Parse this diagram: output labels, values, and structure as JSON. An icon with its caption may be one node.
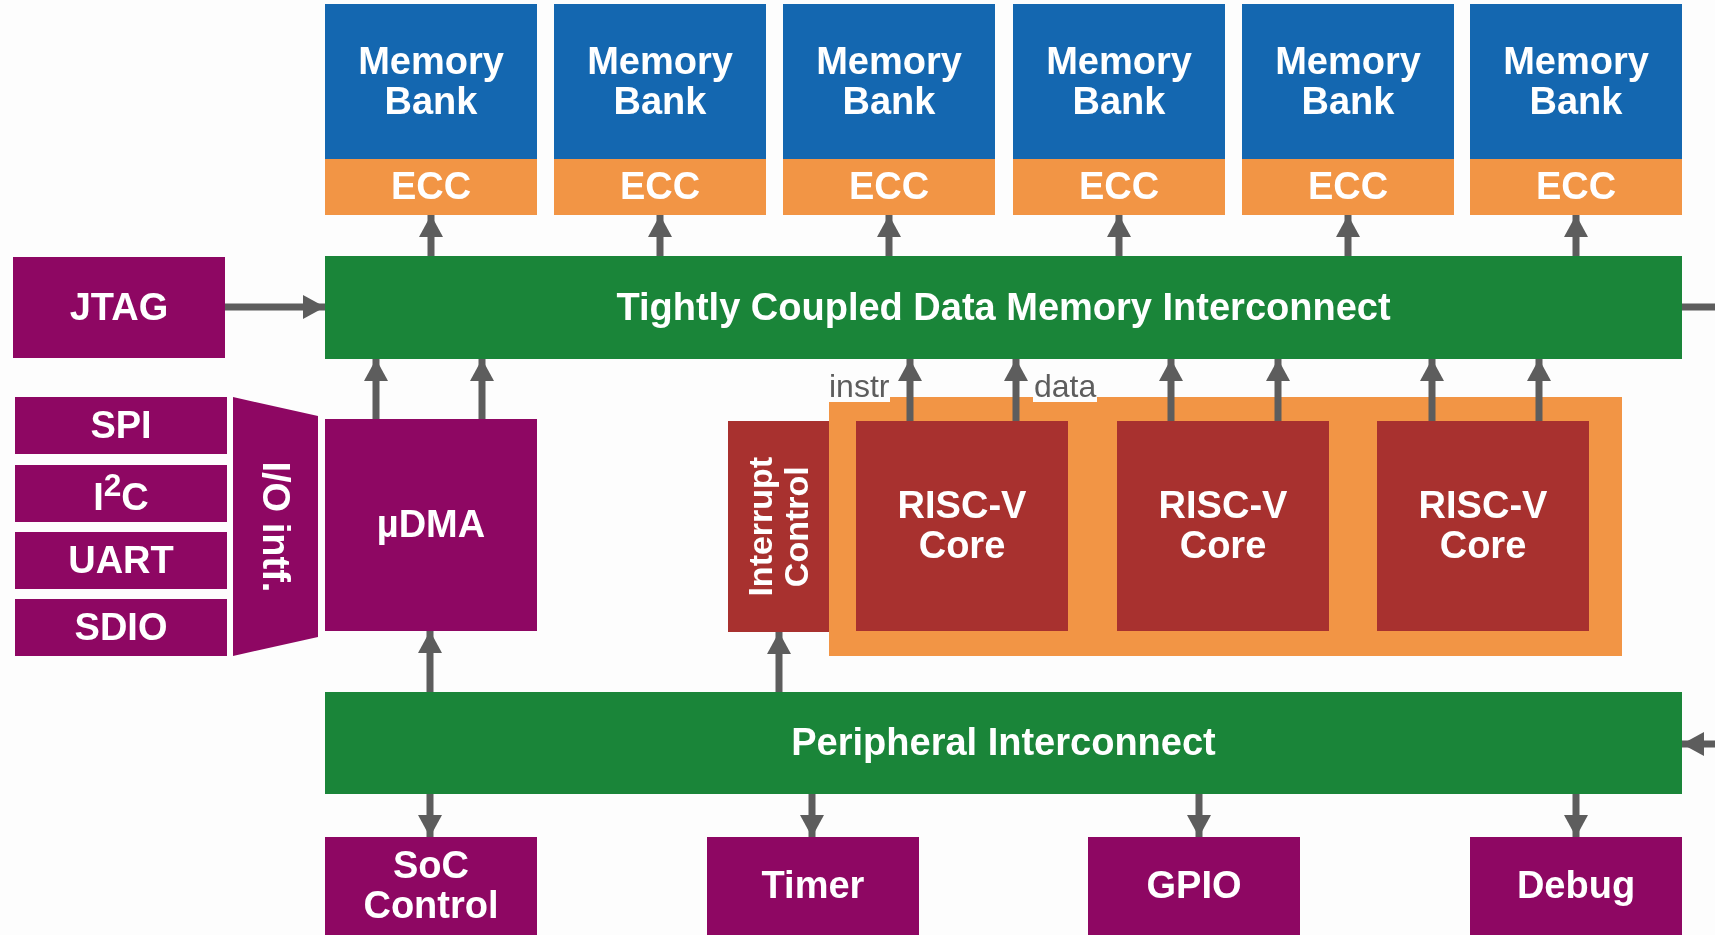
{
  "diagram": {
    "nodes": [
      {
        "text": [
          "Memory Bank"
        ]
      },
      {
        "text": [
          "ECC"
        ],
        "in": 0
      },
      {
        "text": [
          "Memory Bank"
        ]
      },
      {
        "text": [
          "ECC"
        ],
        "in": 2
      },
      {
        "text": [
          "Memory Bank"
        ]
      },
      {
        "text": [
          "ECC"
        ],
        "in": 4
      },
      {
        "text": [
          "Memory Bank"
        ]
      },
      {
        "text": [
          "ECC"
        ],
        "in": 6
      },
      {
        "text": [
          "Memory Bank"
        ]
      },
      {
        "text": [
          "ECC"
        ],
        "in": 8
      },
      {
        "text": [
          "Memory Bank"
        ]
      },
      {
        "text": [
          "ECC"
        ],
        "in": 10
      },
      {
        "text": [
          "JTAG"
        ]
      },
      {
        "text": [
          "Tightly Coupled Data Memory Interconnect"
        ]
      },
      {
        "text": [
          "SPI"
        ]
      },
      {
        "text": [
          "I$^{2}$C"
        ]
      },
      {
        "text": [
          "UART"
        ]
      },
      {
        "text": [
          "SDIO"
        ]
      },
      {
        "text": [
          "I/O intf."
        ]
      },
      {
        "text": [
          "µDMA"
        ]
      },
      {
        "text": [
          "Interrupt Control"
        ]
      },
      {
        "text": [],
        "shape": "box"
      },
      {
        "text": [
          "RISC-V Core"
        ],
        "in": 21
      },
      {
        "text": [
          "RISC-V Core"
        ],
        "in": 21
      },
      {
        "text": [
          "RISC-V Core"
        ],
        "in": 21
      },
      {
        "text": [
          "Peripheral Interconnect"
        ]
      },
      {
        "text": [
          "SoC Control"
        ]
      },
      {
        "text": [
          "Timer"
        ]
      },
      {
        "text": [
          "GPIO"
        ]
      },
      {
        "text": [
          "Debug"
        ]
      }
    ],
    "edges": [
      {
        "from": 13,
        "to": 1,
        "arrow": "to"
      },
      {
        "from": 13,
        "to": 3,
        "arrow": "to"
      },
      {
        "from": 13,
        "to": 5,
        "arrow": "to"
      },
      {
        "from": 13,
        "to": 7,
        "arrow": "to"
      },
      {
        "from": 13,
        "to": 9,
        "arrow": "to"
      },
      {
        "from": 13,
        "to": 11,
        "arrow": "to"
      },
      {
        "from": 12,
        "to": 13,
        "arrow": "to"
      },
      {
        "from": 13,
        "to": null,
        "arrow": "none"
      },
      {
        "from": 19,
        "to": 13,
        "arrow": "to"
      },
      {
        "from": 19,
        "to": 13,
        "arrow": "to"
      },
      {
        "from": 22,
        "to": 13,
        "arrow": "to",
        "label": "instr"
      },
      {
        "from": 22,
        "to": 13,
        "arrow": "to",
        "label": "data"
      },
      {
        "from": 23,
        "to": 13,
        "arrow": "to"
      },
      {
        "from": 23,
        "to": 13,
        "arrow": "to"
      },
      {
        "from": 24,
        "to": 13,
        "arrow": "to"
      },
      {
        "from": 24,
        "to": 13,
        "arrow": "to"
      },
      {
        "from": 25,
        "to": 19,
        "arrow": "to"
      },
      {
        "from": 25,
        "to": 20,
        "arrow": "to"
      },
      {
        "from": null,
        "to": 25,
        "arrow": "to"
      },
      {
        "from": 25,
        "to": 26,
        "arrow": "to"
      },
      {
        "from": 25,
        "to": 27,
        "arrow": "to"
      },
      {
        "from": 25,
        "to": 28,
        "arrow": "to"
      },
      {
        "from": 25,
        "to": 29,
        "arrow": "to"
      }
    ]
  }
}
